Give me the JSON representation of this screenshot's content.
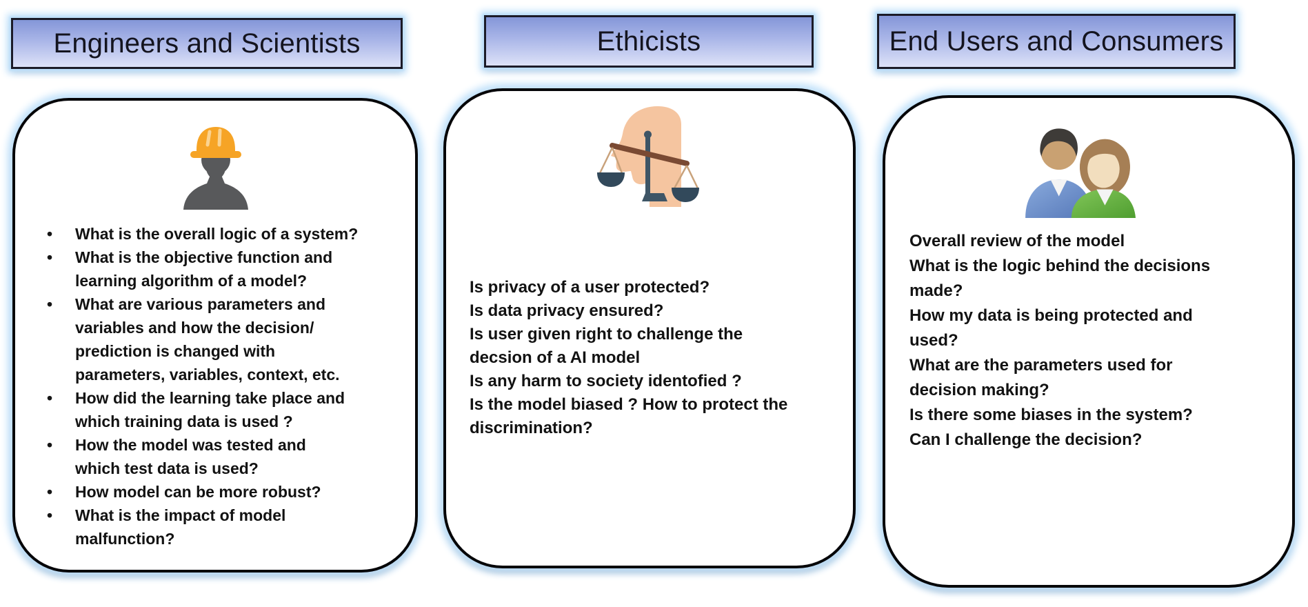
{
  "title": "Stakeholder questions for AI model transparency",
  "colors": {
    "glow": "#c0e1fa",
    "header_gradient_top": "#8496d8",
    "header_gradient_bottom": "#dde2f8",
    "header_border": "#1b1b28",
    "card_border": "#050508",
    "text": "#121212",
    "hard_hat": "#F6A426",
    "silhouette_gray": "#58595b",
    "skin_peach": "#F5C5A0",
    "scale_metal": "#3E5566",
    "scale_beam": "#7A4A33",
    "man_shirt_blue": "#6f94cc",
    "woman_shirt_green": "#62b23e"
  },
  "columns": [
    {
      "header": "Engineers and Scientists",
      "icon": "engineer-hardhat-icon",
      "bulleted": true,
      "items": [
        "What is the overall logic of a system?",
        "What is the objective function and\nlearning algorithm of a model?",
        "What are various parameters and\nvariables and how the decision/\nprediction is changed with\nparameters, variables, context, etc.",
        "How did the learning take place and\nwhich training data is used ?",
        "How the model was tested and\nwhich test data is used?",
        "How model can be more robust?",
        "What is the impact of model\nmalfunction?"
      ]
    },
    {
      "header": "Ethicists",
      "icon": "ethics-balance-head-icon",
      "bulleted": false,
      "items": [
        "Is privacy of a user protected?",
        "Is data privacy ensured?",
        "Is user given right to challenge the\ndecsion of a AI model",
        "Is any harm to society identofied ?",
        "Is the model biased ? How to protect the\ndiscrimination?"
      ]
    },
    {
      "header": "End Users and Consumers",
      "icon": "two-users-icon",
      "bulleted": false,
      "items": [
        "Overall review of the model",
        "What is the logic behind the decisions\nmade?",
        "How my data is being protected and\nused?",
        "What are the parameters used for\ndecision making?",
        "Is there some biases in the system?",
        "Can I challenge the decision?"
      ]
    }
  ]
}
